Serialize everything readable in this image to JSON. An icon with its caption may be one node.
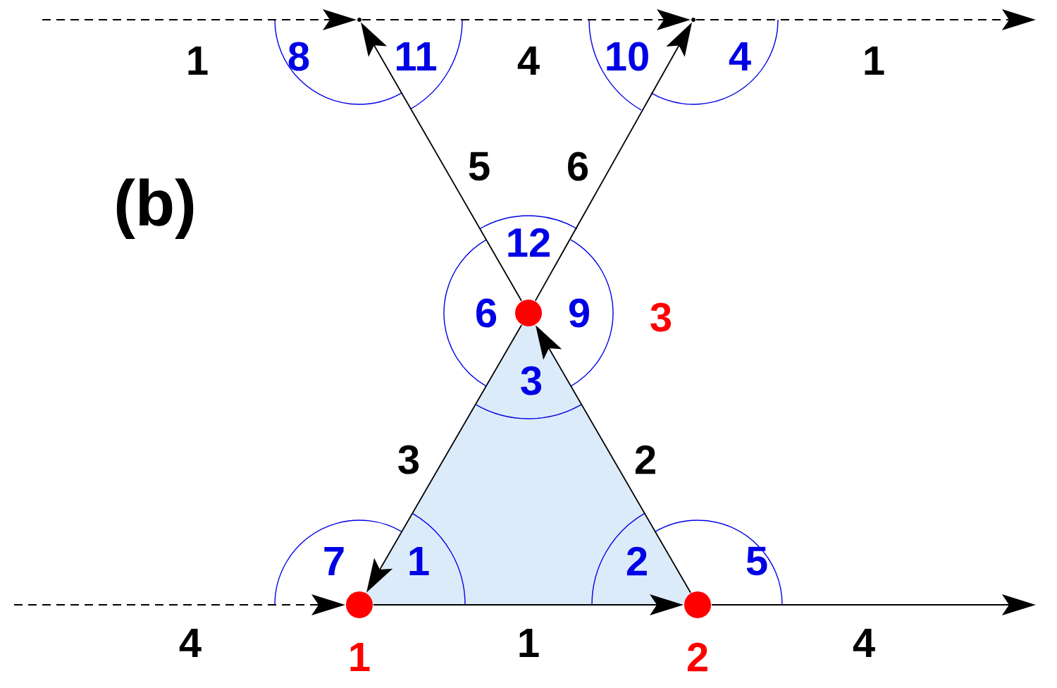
{
  "diagram": {
    "nodes": [
      {
        "text": [],
        "shape": "point"
      },
      {
        "text": [],
        "shape": "point"
      },
      {
        "text": [],
        "shape": "circle",
        "beside": [
          "3"
        ]
      },
      {
        "text": [],
        "shape": "circle",
        "beside": [
          "1"
        ]
      },
      {
        "text": [],
        "shape": "circle",
        "beside": [
          "2"
        ]
      }
    ],
    "edges": [
      {
        "from": 3,
        "to": 4,
        "arrow": "to",
        "label": "1"
      },
      {
        "from": 4,
        "to": 2,
        "arrow": "to",
        "label": "2"
      },
      {
        "from": 2,
        "to": 3,
        "arrow": "to",
        "label": "3"
      },
      {
        "from": 2,
        "to": 0,
        "arrow": "to",
        "label": "5"
      },
      {
        "from": 2,
        "to": 1,
        "arrow": "to",
        "label": "6"
      },
      {
        "from": null,
        "to": 3,
        "arrow": "to",
        "label": "4",
        "style": "dashed"
      },
      {
        "from": 4,
        "to": null,
        "arrow": "to",
        "label": "4"
      },
      {
        "from": null,
        "to": 0,
        "arrow": "to",
        "label": "1",
        "style": "dashed"
      },
      {
        "from": 0,
        "to": 1,
        "arrow": "to",
        "label": "4",
        "style": "dashed"
      },
      {
        "from": 1,
        "to": null,
        "arrow": "to",
        "label": "1",
        "style": "dashed"
      }
    ],
    "labels": [
      "8",
      "11",
      "10",
      "4",
      "(b)",
      "12",
      "6",
      "9",
      "3",
      "7",
      "1",
      "2",
      "5"
    ]
  }
}
